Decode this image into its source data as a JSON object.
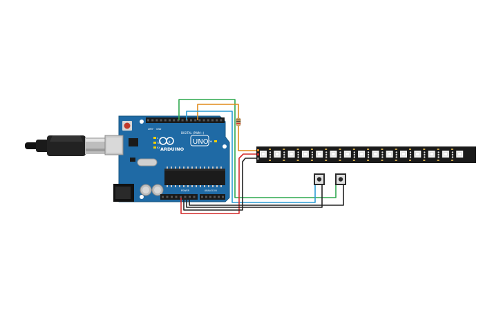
{
  "board": {
    "brand": "ARDUINO",
    "model": "UNO",
    "header_digital": "DIGITAL (PWM~)",
    "header_power": "POWER",
    "header_analog": "ANALOG IN",
    "label_aref": "AREF",
    "label_gnd": "GND",
    "label_tx": "TX",
    "label_rx": "RX",
    "label_on": "ON",
    "label_l": "L"
  },
  "led_strip": {
    "pixel_count": 15
  },
  "buttons": {
    "count": 2
  },
  "colors": {
    "board": "#1f6aa5",
    "wire_green": "#2fa84f",
    "wire_orange": "#e08a1a",
    "wire_blue": "#2a9bd4",
    "wire_red": "#d42a2a",
    "wire_black": "#222222",
    "strip": "#1a1a1a"
  }
}
